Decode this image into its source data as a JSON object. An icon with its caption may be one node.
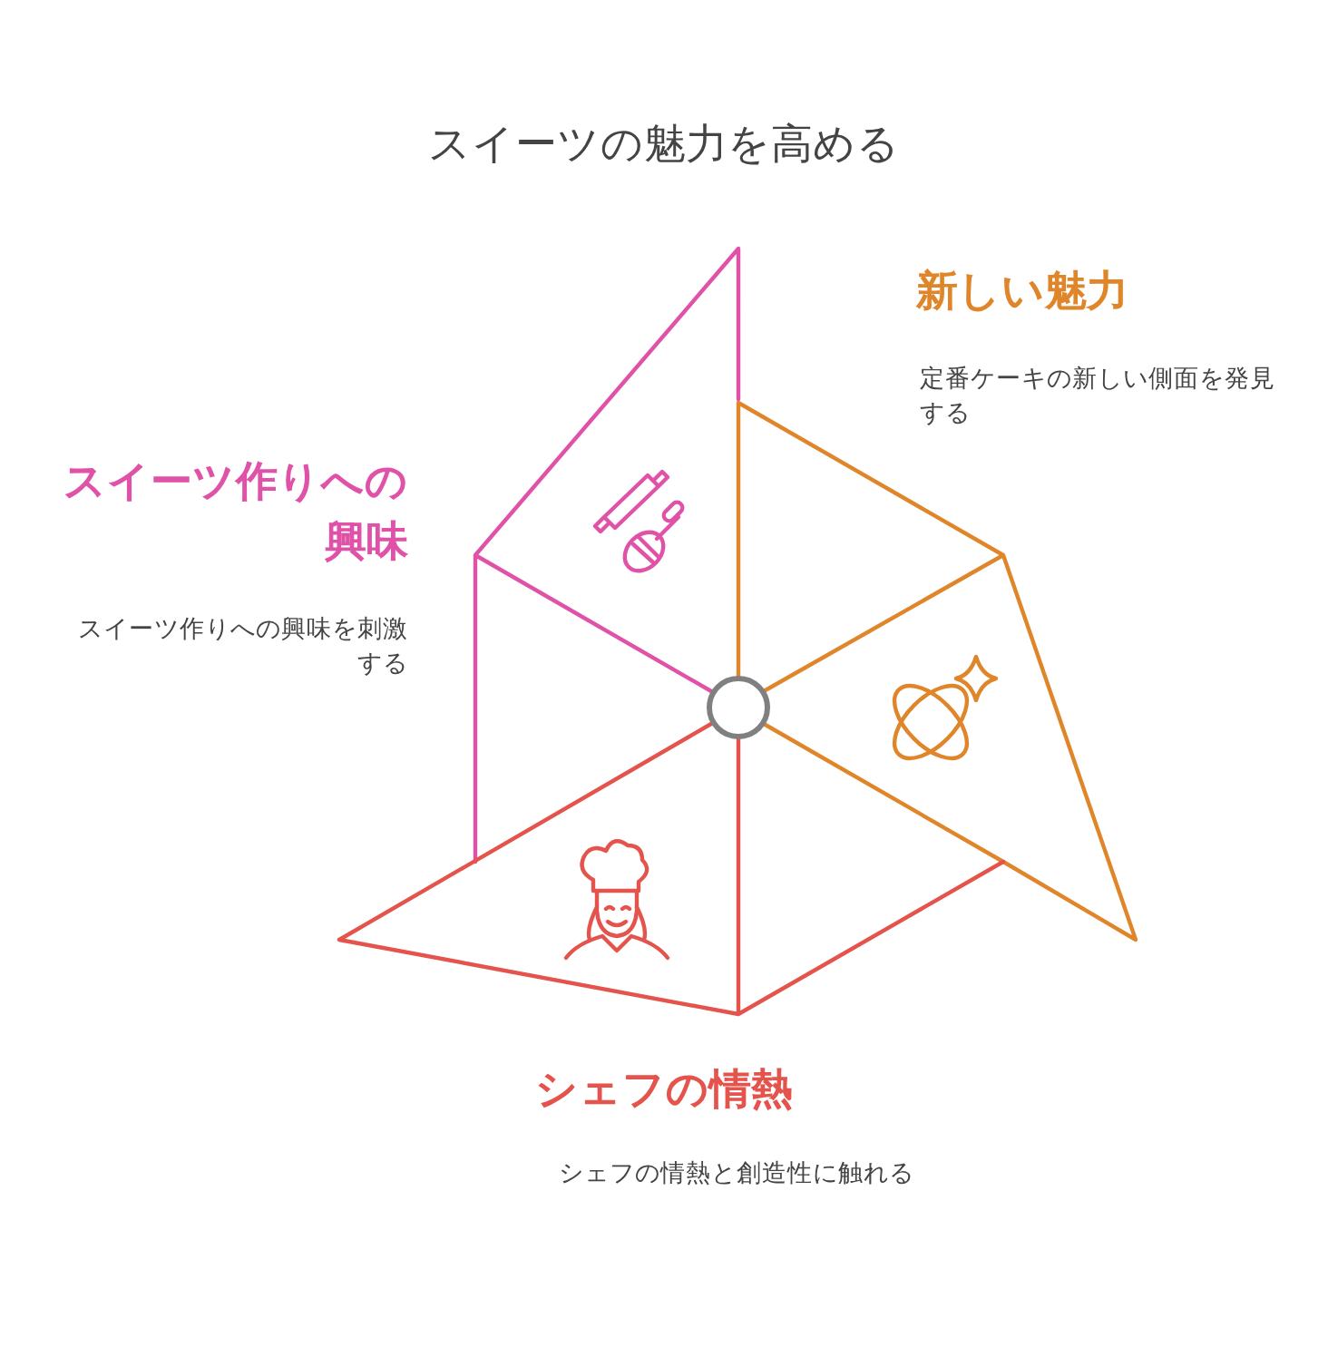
{
  "diagram": {
    "title": "スイーツの魅力を高める",
    "labels": [
      "新しい魅力",
      "定番ケーキの新しい側面を発見する",
      "スイーツ作りへの興味",
      "スイーツ作りへの興味を刺激する",
      "シェフの情熱",
      "シェフの情熱と創造性に触れる"
    ]
  }
}
